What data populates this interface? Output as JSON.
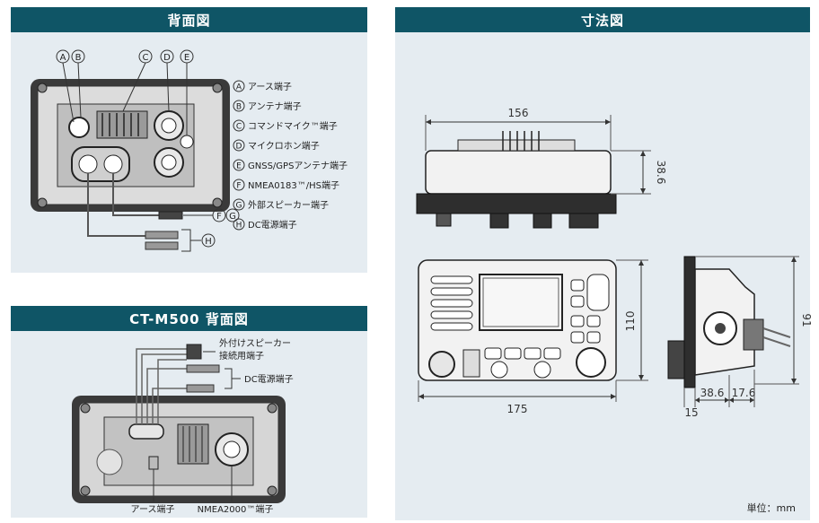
{
  "panels": {
    "rear": {
      "title": "背面図"
    },
    "dimensions": {
      "title": "寸法図"
    },
    "ctm500": {
      "title": "CT-M500 背面図"
    }
  },
  "rear": {
    "top_callouts": [
      "A",
      "B",
      "C",
      "D",
      "E"
    ],
    "side_callouts": [
      {
        "mark": "F",
        "mark2": "G"
      },
      {
        "mark": "H"
      }
    ],
    "legend": [
      {
        "mark": "A",
        "text": "アース端子"
      },
      {
        "mark": "B",
        "text": "アンテナ端子"
      },
      {
        "mark": "C",
        "text": "コマンドマイク™端子"
      },
      {
        "mark": "D",
        "text": "マイクロホン端子"
      },
      {
        "mark": "E",
        "text": "GNSS/GPSアンテナ端子"
      },
      {
        "mark": "F",
        "text": "NMEA0183™/HS端子"
      },
      {
        "mark": "G",
        "text": "外部スピーカー端子"
      },
      {
        "mark": "H",
        "text": "DC電源端子"
      }
    ]
  },
  "ctm500": {
    "labels": {
      "speaker_line1": "外付けスピーカー",
      "speaker_line2": "接続用端子",
      "dc": "DC電源端子",
      "earth": "アース端子",
      "nmea": "NMEA2000™端子"
    }
  },
  "dimensions": {
    "side_width": "156",
    "side_height": "38.6",
    "front_width": "175",
    "front_height": "110",
    "profile_height": "91",
    "profile_depth1": "38.6",
    "profile_depth2": "17.6",
    "profile_flange": "15",
    "unit": "単位：mm"
  }
}
